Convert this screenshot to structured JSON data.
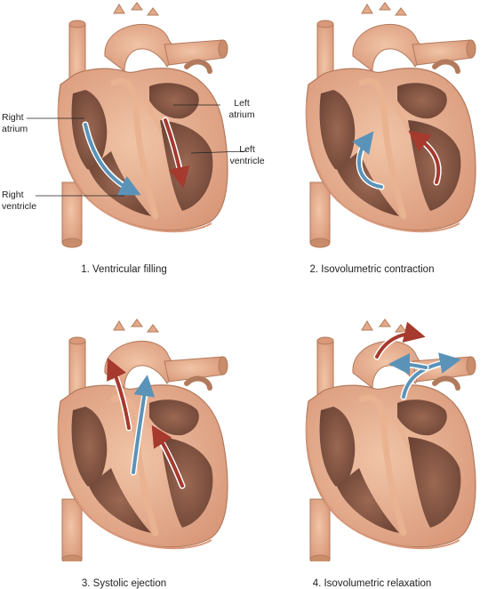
{
  "panels": [
    {
      "caption": "1. Ventricular filling"
    },
    {
      "caption": "2. Isovolumetric contraction"
    },
    {
      "caption": "3. Systolic ejection"
    },
    {
      "caption": "4. Isovolumetric relaxation"
    }
  ],
  "labels": {
    "right_atrium": "Right\natrium",
    "left_atrium": "Left\natrium",
    "left_ventricle": "Left\nventricle",
    "right_ventricle": "Right\nventricle"
  },
  "colors": {
    "tissue": "#e9b392",
    "tissue_dark": "#c98d6c",
    "chamber": "#8a5a46",
    "chamber_light": "#a06b54",
    "outline": "#b27a5c",
    "blue_arrow": "#5b93b8",
    "red_arrow": "#a63a2e"
  }
}
